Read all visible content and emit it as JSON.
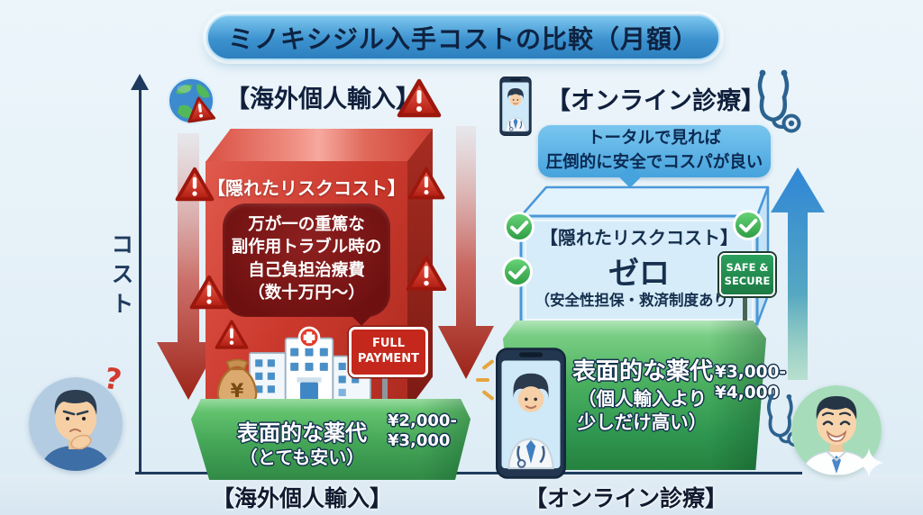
{
  "title": "ミノキシジル入手コストの比較（月額）",
  "axis": {
    "y_label": "コスト"
  },
  "left_column": {
    "header": "【海外個人輸入】",
    "risk_box": {
      "title": "【隠れたリスクコスト】",
      "bubble_line1": "万が一の重篤な",
      "bubble_line2": "副作用トラブル時の",
      "bubble_line3": "自己負担治療費",
      "bubble_line4": "（数十万円〜）"
    },
    "full_payment_line1": "FULL",
    "full_payment_line2": "PAYMENT",
    "money_bag_symbol": "¥",
    "base": {
      "label_line1": "表面的な薬代",
      "label_line2": "（とても安い）",
      "price_line1": "¥2,000-",
      "price_line2": "¥3,000"
    },
    "bottom_label": "【海外個人輸入】"
  },
  "right_column": {
    "header": "【オンライン診療】",
    "callout_line1": "トータルで見れば",
    "callout_line2": "圧倒的に安全でコスパが良い",
    "risk_box": {
      "title": "【隠れたリスクコスト】",
      "value": "ゼロ",
      "note": "（安全性担保・救済制度あり）"
    },
    "safe_badge_line1": "SAFE &",
    "safe_badge_line2": "SECURE",
    "base": {
      "label_line1": "表面的な薬代",
      "label_line2": "（個人輸入より",
      "label_line3": "少しだけ高い）",
      "price_line1": "¥3,000-",
      "price_line2": "¥4,000"
    },
    "bottom_label": "【オンライン診療】"
  },
  "left_avatar_question": "?",
  "icons": {
    "globe": "globe-icon",
    "warning": "warning-triangle-icon",
    "check": "check-circle-icon",
    "phone_doctor": "phone-doctor-icon",
    "stethoscope": "stethoscope-icon",
    "hospital": "hospital-icon",
    "money_bag": "money-bag-icon",
    "down_arrow": "red-down-arrow",
    "up_arrow": "blue-up-arrow",
    "sparkle": "sparkle-icon"
  },
  "colors": {
    "background": "#e6f1f8",
    "title_pill_blue": "#3c92cf",
    "title_text": "#0e2342",
    "red_box": "#c93a2e",
    "dark_red_bubble": "#7e1616",
    "green_base": "#46a85a",
    "glass_border": "#4a97d8",
    "callout_blue": "#56b1e6",
    "safe_badge_green": "#1f8a4c",
    "warning_red": "#d22b20",
    "check_green": "#3cae53",
    "axis_navy": "#1e3a5e"
  },
  "chart_data": {
    "type": "bar",
    "title": "ミノキシジル入手コストの比較（月額）",
    "ylabel": "コスト",
    "categories": [
      "海外個人輸入",
      "オンライン診療"
    ],
    "series": [
      {
        "name": "表面的な薬代",
        "labels": [
          "¥2,000-¥3,000（とても安い）",
          "¥3,000-¥4,000（個人輸入より少しだけ高い）"
        ]
      },
      {
        "name": "隠れたリスクコスト",
        "labels": [
          "万が一の重篤な副作用トラブル時の自己負担治療費（数十万円〜）",
          "ゼロ（安全性担保・救済制度あり）"
        ]
      }
    ],
    "annotations": [
      "トータルで見れば圧倒的に安全でコスパが良い",
      "FULL PAYMENT",
      "SAFE & SECURE"
    ]
  }
}
